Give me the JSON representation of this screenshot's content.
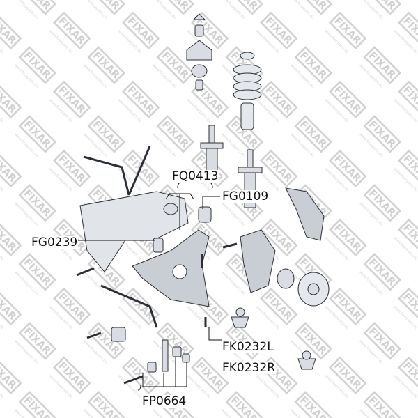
{
  "watermark": {
    "brand": "FIXAR",
    "url": "www.fixarparts.de"
  },
  "parts": {
    "subframe_bushing_upper": "FQ0413",
    "strut_mount_bushing": "FG0109",
    "subframe_bushing_front": "FG0239",
    "ball_joint_left": "FK0232L",
    "ball_joint_right": "FK0232R",
    "stabilizer_link_kit": "FP0664"
  },
  "colors": {
    "part_fill": "#d9dde3",
    "part_shade": "#9aa3ad",
    "outline": "#2a2f36",
    "leader": "#5a7fa6",
    "watermark": "#c8c8c8"
  }
}
